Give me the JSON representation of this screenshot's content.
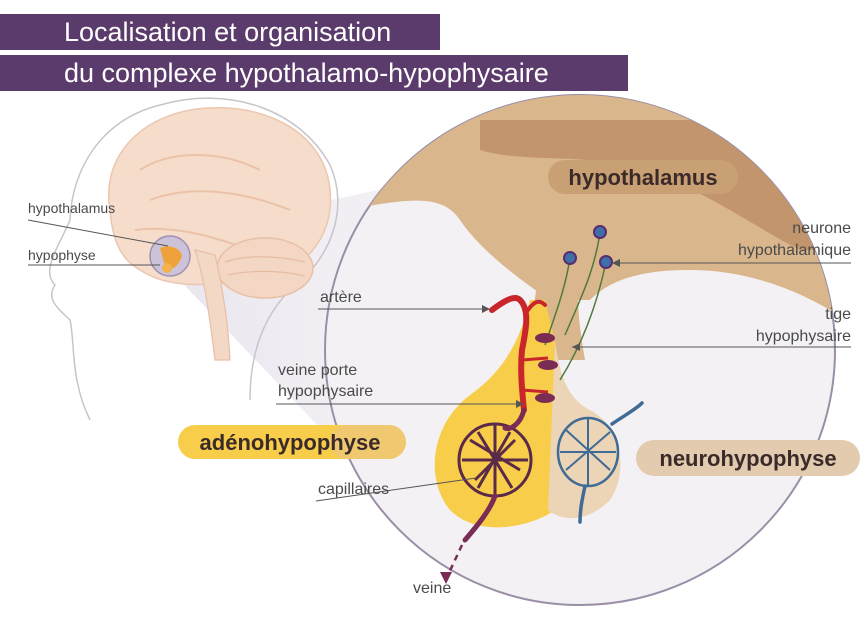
{
  "title": {
    "line1": "Localisation et organisation",
    "line2": "du complexe hypothalamo-hypophysaire"
  },
  "head_labels": {
    "hypothalamus": "hypothalamus",
    "hypophyse": "hypophyse"
  },
  "zone_labels": {
    "hypothalamus": "hypothalamus",
    "adenohypophyse": "adénohypophyse",
    "neurohypophyse": "neurohypophyse"
  },
  "labels": {
    "neurone_line1": "neurone",
    "neurone_line2": "hypothalamique",
    "tige_line1": "tige",
    "tige_line2": "hypophysaire",
    "artere": "artère",
    "veine_porte_line1": "veine porte",
    "veine_porte_line2": "hypophysaire",
    "capillaires": "capillaires",
    "veine": "veine"
  },
  "colors": {
    "title_bg": "#5b3b6b",
    "hypothalamus": "#c9a074",
    "adenohypophyse": "#f7cd4a",
    "neurohypophyse": "#e8cfb0",
    "artery": "#c8262b",
    "vein": "#7a2c55",
    "neuro_vessels": "#3f6b94"
  }
}
